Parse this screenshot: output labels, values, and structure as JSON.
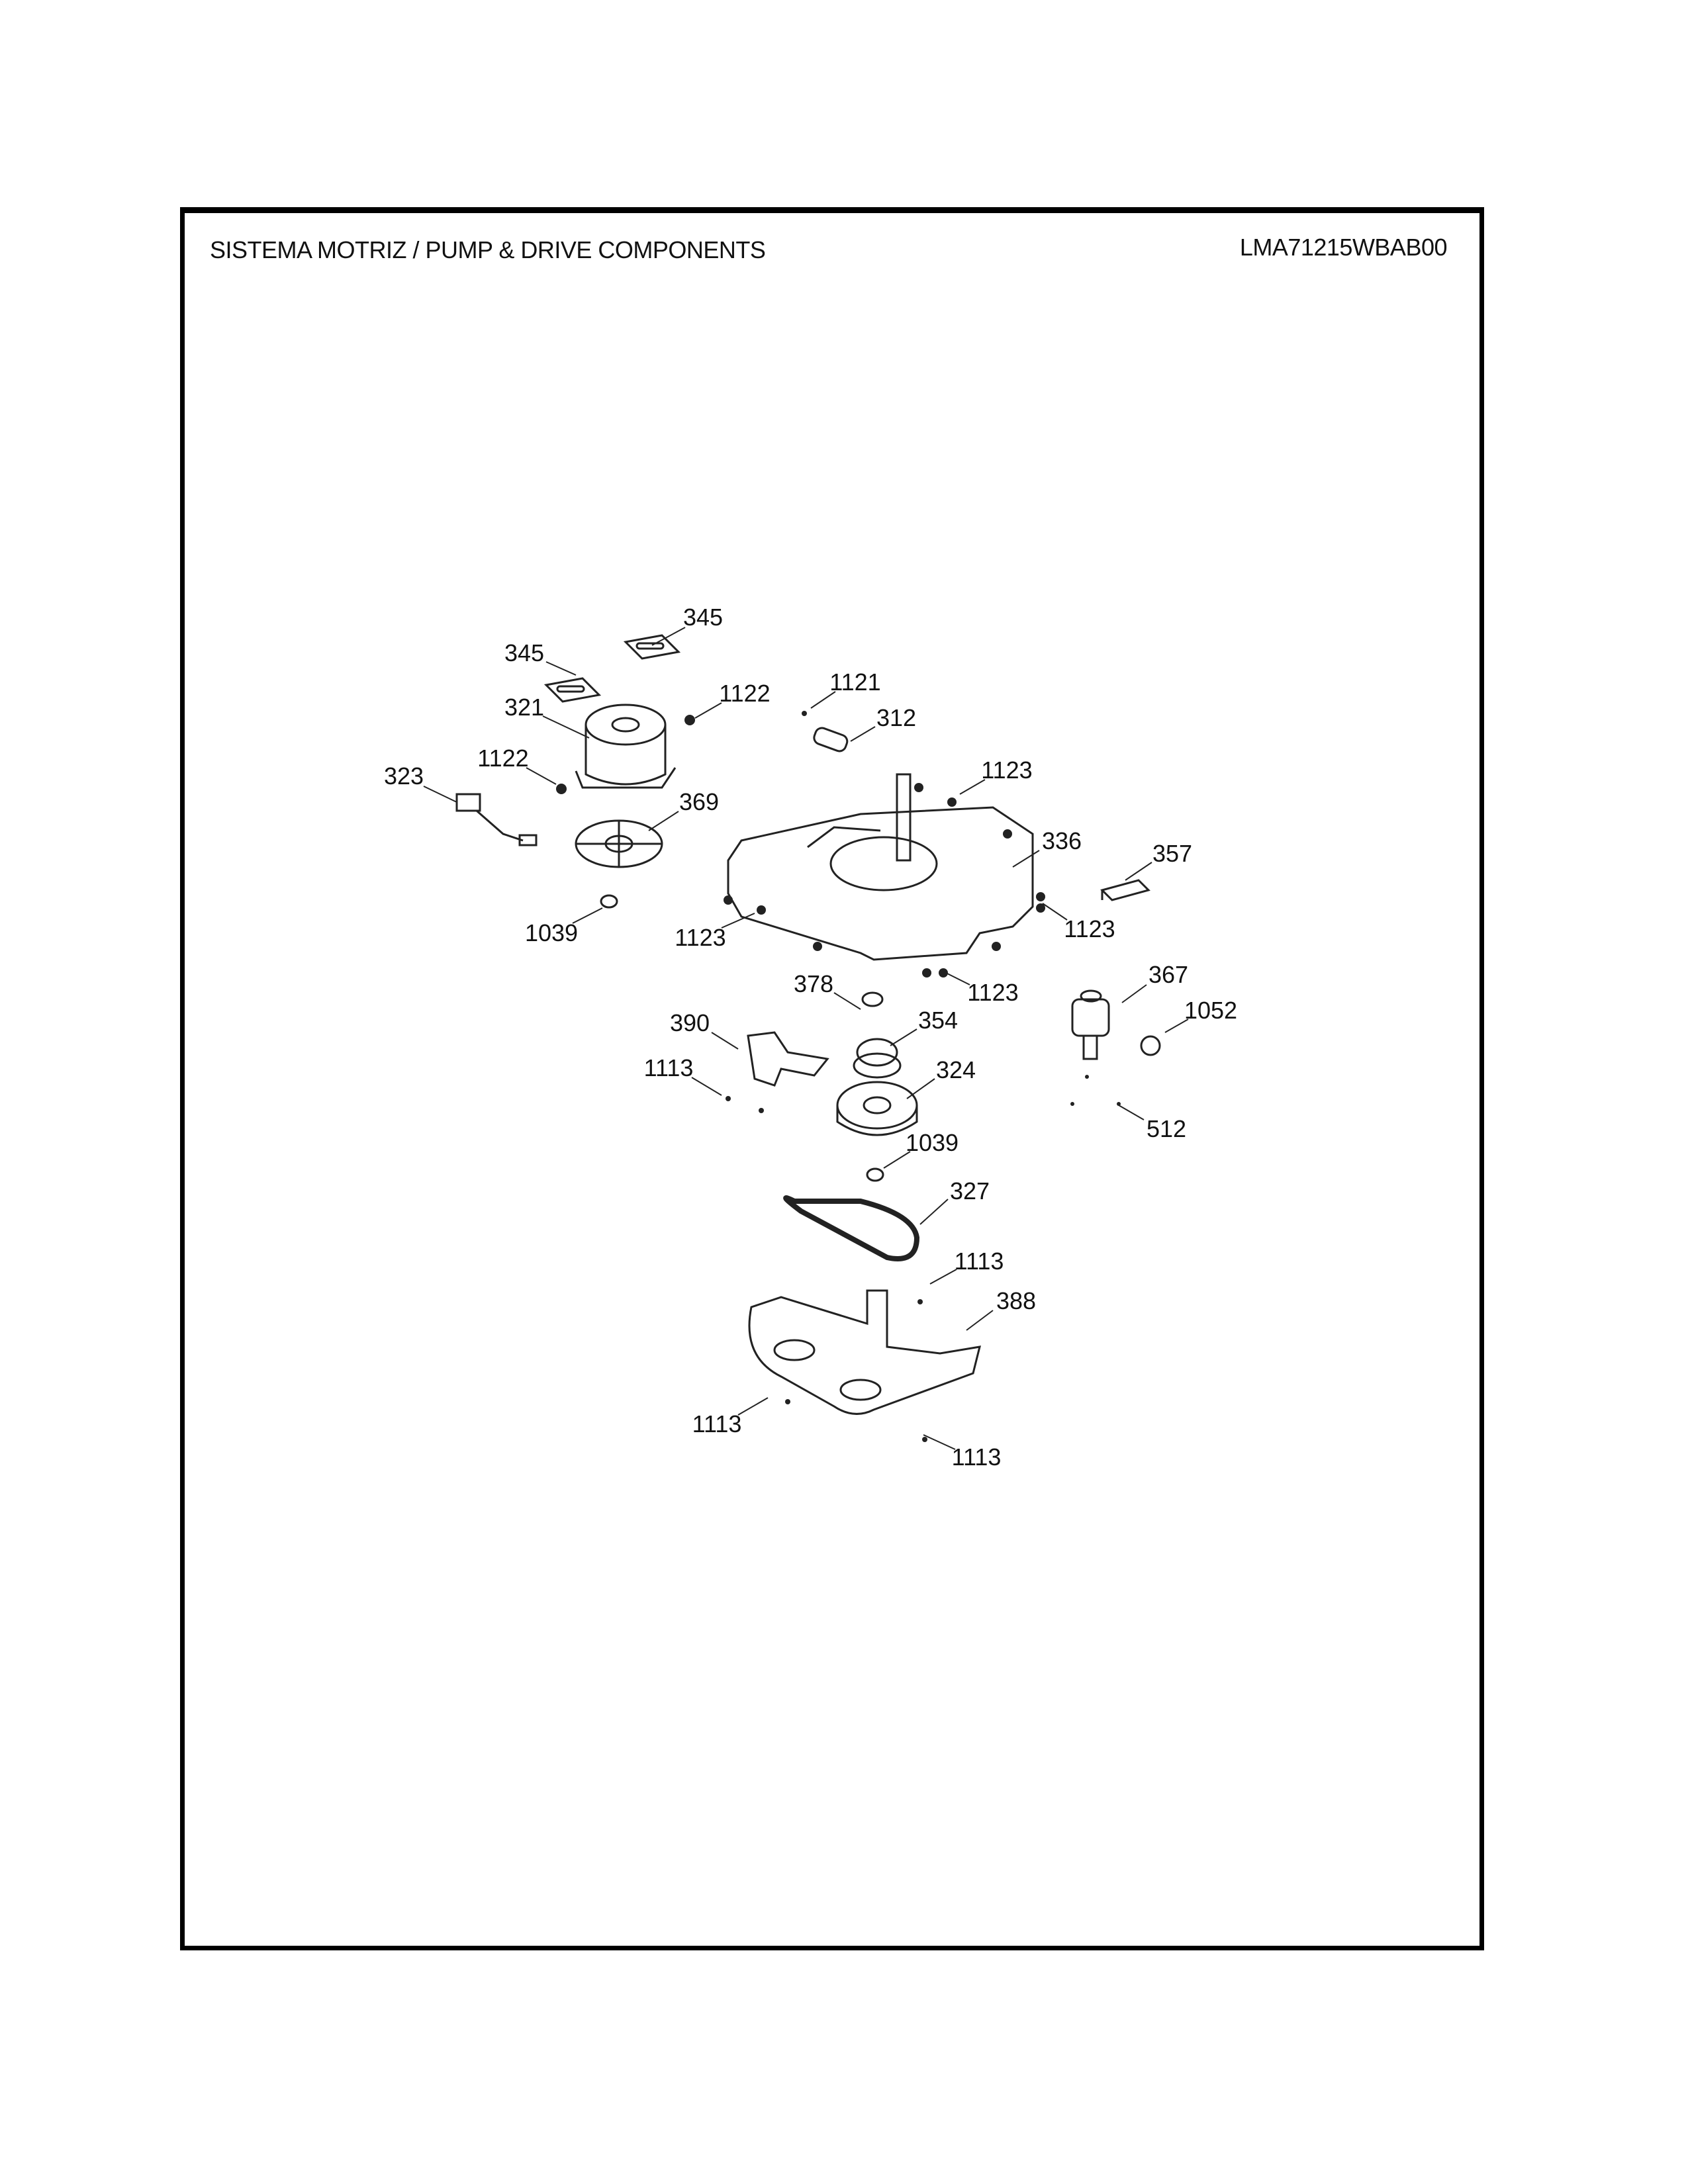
{
  "header": {
    "title": "SISTEMA MOTRIZ / PUMP  &  DRIVE COMPONENTS",
    "model": "LMA71215WBAB00"
  },
  "callouts": [
    {
      "id": "345a",
      "label": "345"
    },
    {
      "id": "345b",
      "label": "345"
    },
    {
      "id": "1122a",
      "label": "1122"
    },
    {
      "id": "1121",
      "label": "1121"
    },
    {
      "id": "321",
      "label": "321"
    },
    {
      "id": "312",
      "label": "312"
    },
    {
      "id": "1122b",
      "label": "1122"
    },
    {
      "id": "323",
      "label": "323"
    },
    {
      "id": "1123a",
      "label": "1123"
    },
    {
      "id": "369",
      "label": "369"
    },
    {
      "id": "336",
      "label": "336"
    },
    {
      "id": "357",
      "label": "357"
    },
    {
      "id": "1039a",
      "label": "1039"
    },
    {
      "id": "1123b",
      "label": "1123"
    },
    {
      "id": "1123c",
      "label": "1123"
    },
    {
      "id": "1123d",
      "label": "1123"
    },
    {
      "id": "378",
      "label": "378"
    },
    {
      "id": "367",
      "label": "367"
    },
    {
      "id": "390",
      "label": "390"
    },
    {
      "id": "354",
      "label": "354"
    },
    {
      "id": "1052",
      "label": "1052"
    },
    {
      "id": "1113a",
      "label": "1113"
    },
    {
      "id": "324",
      "label": "324"
    },
    {
      "id": "512",
      "label": "512"
    },
    {
      "id": "1039b",
      "label": "1039"
    },
    {
      "id": "327",
      "label": "327"
    },
    {
      "id": "1113b",
      "label": "1113"
    },
    {
      "id": "388",
      "label": "388"
    },
    {
      "id": "1113c",
      "label": "1113"
    },
    {
      "id": "1113d",
      "label": "1113"
    }
  ]
}
